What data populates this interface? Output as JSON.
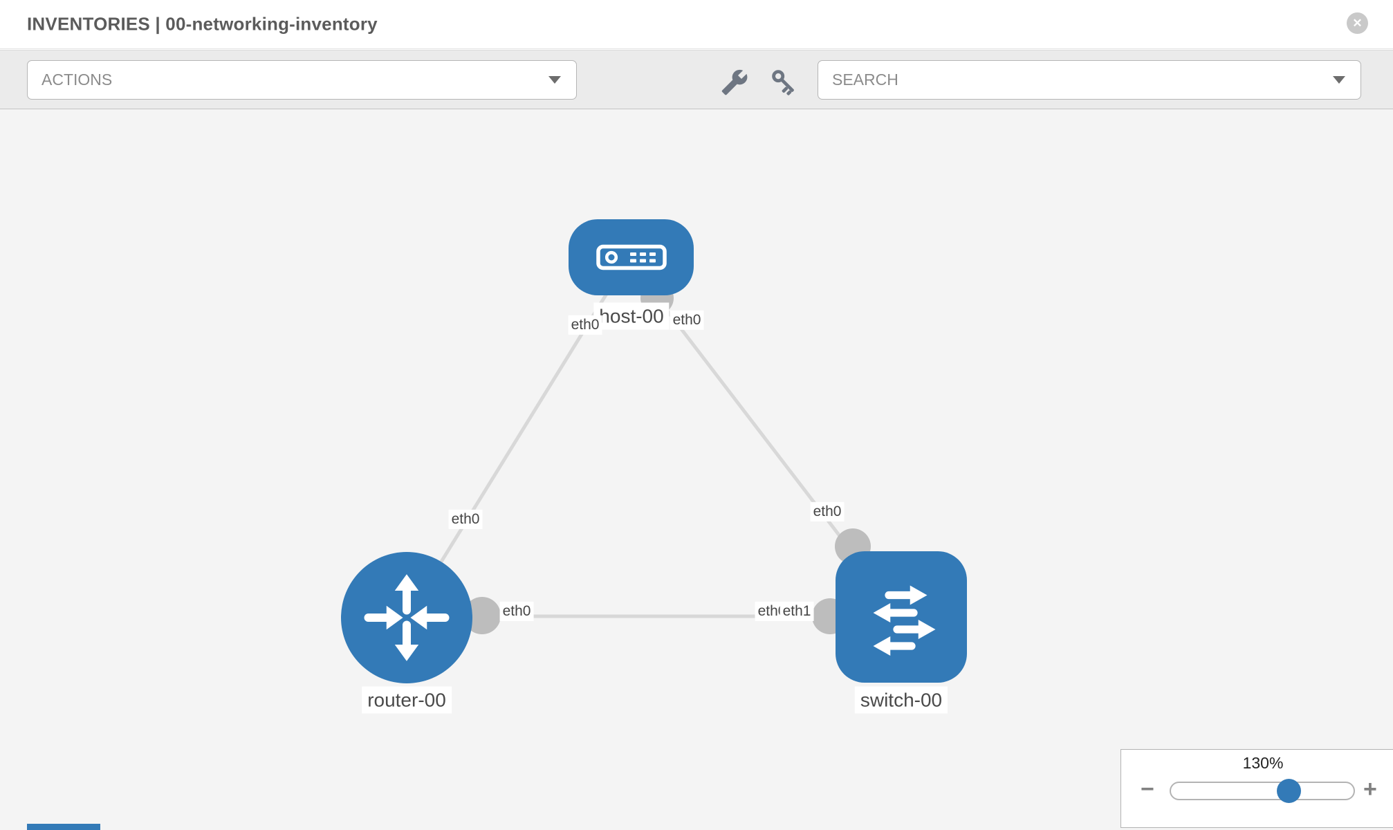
{
  "header": {
    "title": "INVENTORIES | 00-networking-inventory"
  },
  "toolbar": {
    "actions_label": "ACTIONS",
    "search_placeholder": "SEARCH",
    "icons": [
      "wrench-icon",
      "key-icon"
    ]
  },
  "topology": {
    "nodes": [
      {
        "label": "host-00",
        "type": "host"
      },
      {
        "label": "router-00",
        "type": "router"
      },
      {
        "label": "switch-00",
        "type": "switch"
      }
    ],
    "links": [
      {
        "from": "host-00",
        "to": "router-00",
        "from_if": "eth0",
        "to_if": "eth0"
      },
      {
        "from": "host-00",
        "to": "switch-00",
        "from_if": "eth0",
        "to_if": "eth0"
      },
      {
        "from": "router-00",
        "to": "switch-00",
        "from_if": "eth0",
        "to_if": "eth1",
        "to_if_overlapped": "eth0"
      }
    ]
  },
  "zoom_control": {
    "value": "130%",
    "minus": "−",
    "plus": "+"
  },
  "colors": {
    "node_blue": "#337ab7",
    "link_gray": "#d8d8d8",
    "connector_gray": "#bdbdbd",
    "canvas_bg": "#f4f4f4",
    "toolbar_bg": "#ebebeb"
  }
}
